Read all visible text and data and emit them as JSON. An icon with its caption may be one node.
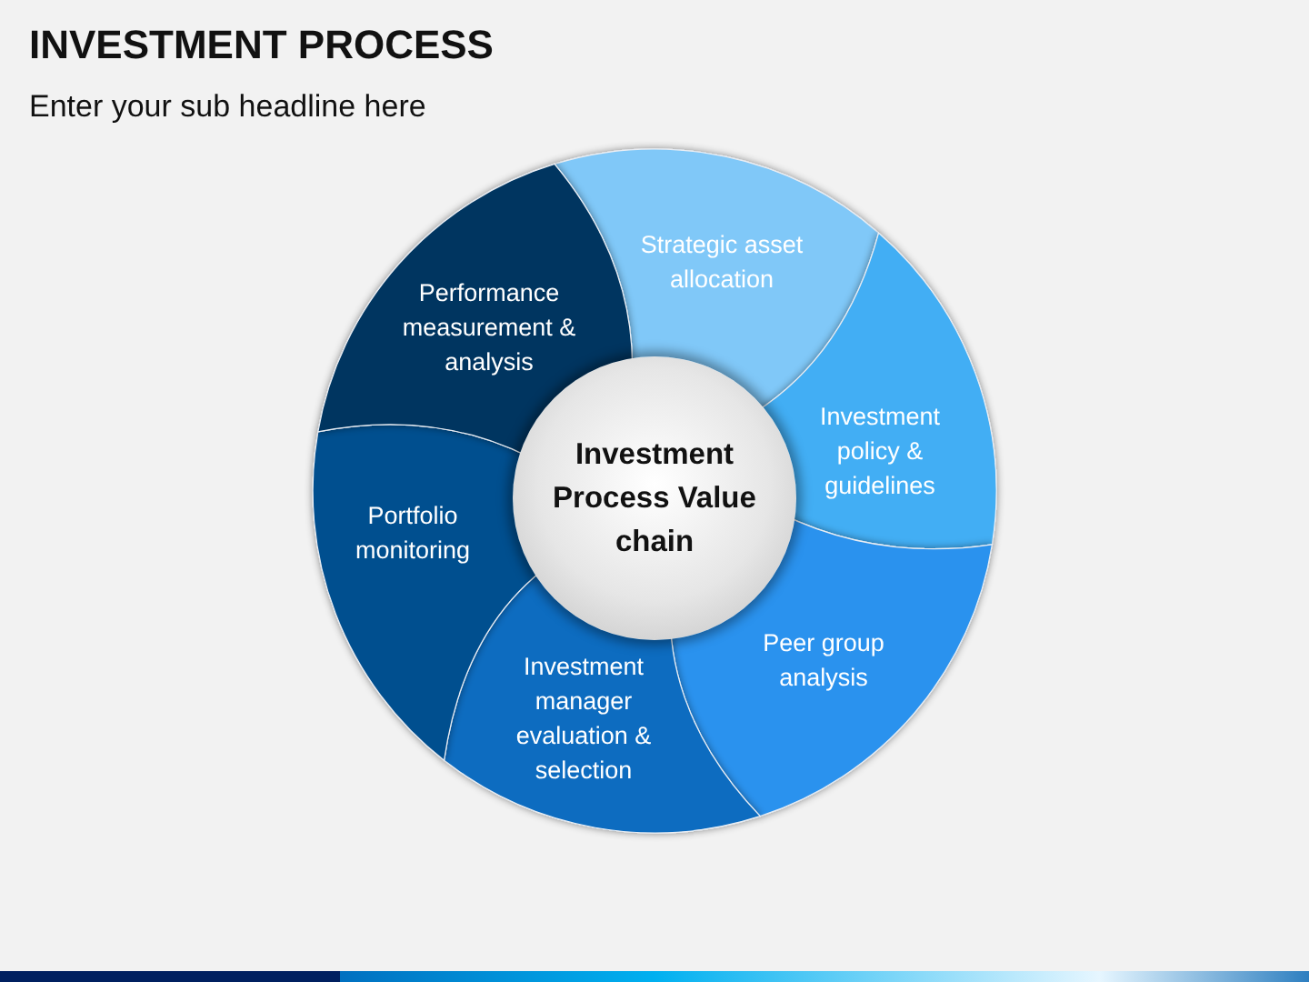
{
  "diagram": {
    "title": "INVESTMENT PROCESS",
    "nodes": [
      {
        "text": [
          "Investment Process Value chain"
        ]
      },
      {
        "text": [
          "Strategic asset allocation"
        ]
      },
      {
        "text": [
          "Investment policy & guidelines"
        ]
      },
      {
        "text": [
          "Peer group analysis"
        ]
      },
      {
        "text": [
          "Investment manager evaluation & selection"
        ]
      },
      {
        "text": [
          "Portfolio monitoring"
        ]
      },
      {
        "text": [
          "Performance measurement & analysis"
        ]
      }
    ],
    "edges": [],
    "labels": [
      "Enter your sub headline here"
    ]
  }
}
